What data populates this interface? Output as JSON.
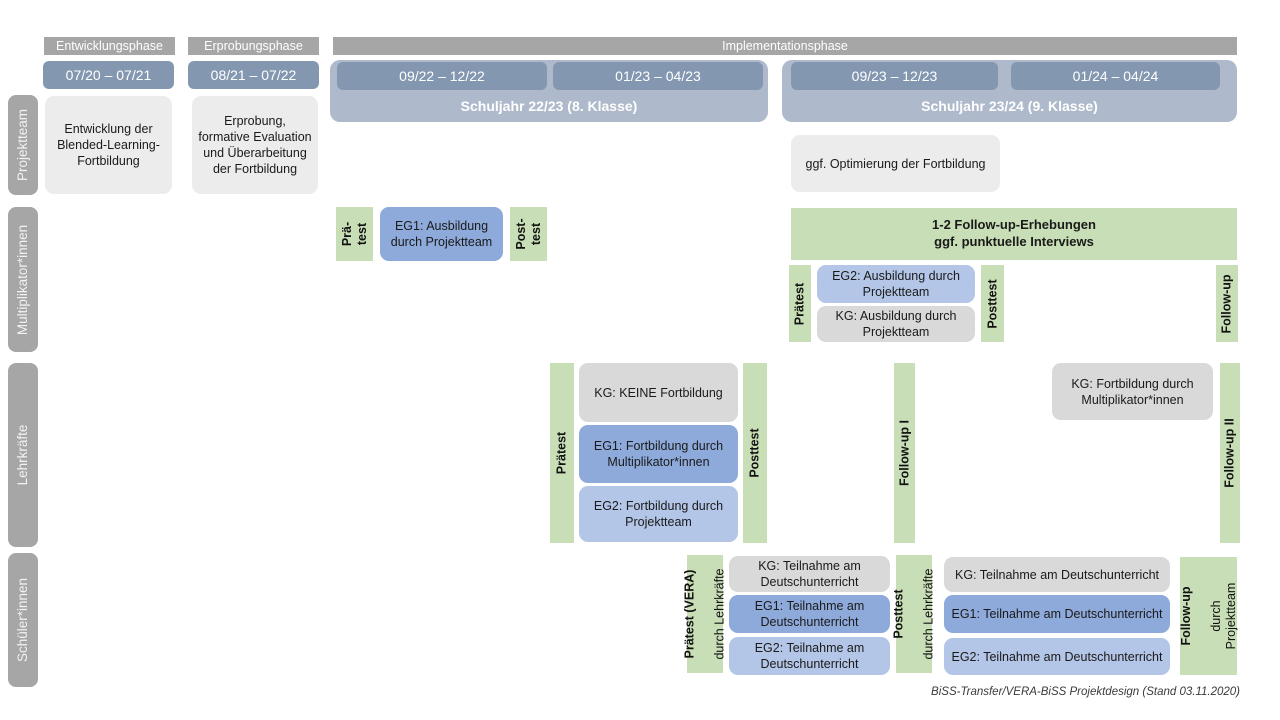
{
  "colors": {
    "gray_bar": "#a6a6a6",
    "date_bar": "#8497b1",
    "schoolyear_bg": "#aebacb",
    "box_light": "#ececec",
    "box_kg": "#d9d9d9",
    "box_eg1": "#8eaadb",
    "box_eg2": "#b4c6e7",
    "box_green": "#c8deb6",
    "text_dark": "#1a1a1a"
  },
  "diagram": {
    "phases": [
      "Entwicklungsphase",
      "Erprobungsphase",
      "Implementationsphase"
    ],
    "timeline": {
      "dev_period": "07/20 – 07/21",
      "pilot_period": "08/21 – 07/22",
      "sy2223": {
        "label": "Schuljahr 22/23 (8. Klasse)",
        "p1": "09/22 – 12/22",
        "p2": "01/23 – 04/23"
      },
      "sy2324": {
        "label": "Schuljahr 23/24 (9. Klasse)",
        "p1": "09/23 – 12/23",
        "p2": "01/24 – 04/24"
      }
    },
    "rows": [
      "Projektteam",
      "Multiplikator*innen",
      "Lehrkräfte",
      "Schüler*innen"
    ],
    "projektteam": {
      "entwicklung": "Entwicklung der Blended-Learning-Fortbildung",
      "erprobung": "Erprobung, formative Evaluation und Überarbeitung der Fortbildung",
      "optimierung": "ggf. Optimierung der Fortbildung"
    },
    "multiplikatoren": {
      "praetest1": "Prä-\ntest",
      "eg1": "EG1: Ausbildung durch Projektteam",
      "posttest1": "Post-\ntest",
      "followup_main": "1-2 Follow-up-Erhebungen\nggf. punktuelle Interviews",
      "praetest2": "Prätest",
      "eg2": "EG2: Ausbildung durch Projektteam",
      "kg": "KG: Ausbildung durch Projektteam",
      "posttest2": "Posttest",
      "followup": "Follow-up"
    },
    "lehrkraefte": {
      "praetest": "Prätest",
      "kg": "KG: KEINE Fortbildung",
      "eg1": "EG1: Fortbildung durch Multiplikator*innen",
      "eg2": "EG2: Fortbildung durch Projektteam",
      "posttest": "Posttest",
      "followup1": "Follow-up I",
      "kg2": "KG: Fortbildung durch Multiplikator*innen",
      "followup2": "Follow-up II"
    },
    "schueler": {
      "praetest_bold": "Prätest (VERA)",
      "praetest_sub": "durch Lehrkräfte",
      "kg": "KG: Teilnahme am Deutschunterricht",
      "eg1": "EG1: Teilnahme am Deutschunterricht",
      "eg2": "EG2: Teilnahme am Deutschunterricht",
      "posttest_bold": "Posttest",
      "posttest_sub": "durch Lehrkräfte",
      "followup_bold": "Follow-up",
      "followup_sub": "durch\nProjektteam"
    },
    "footer": "BiSS-Transfer/VERA-BiSS Projektdesign (Stand 03.11.2020)"
  }
}
